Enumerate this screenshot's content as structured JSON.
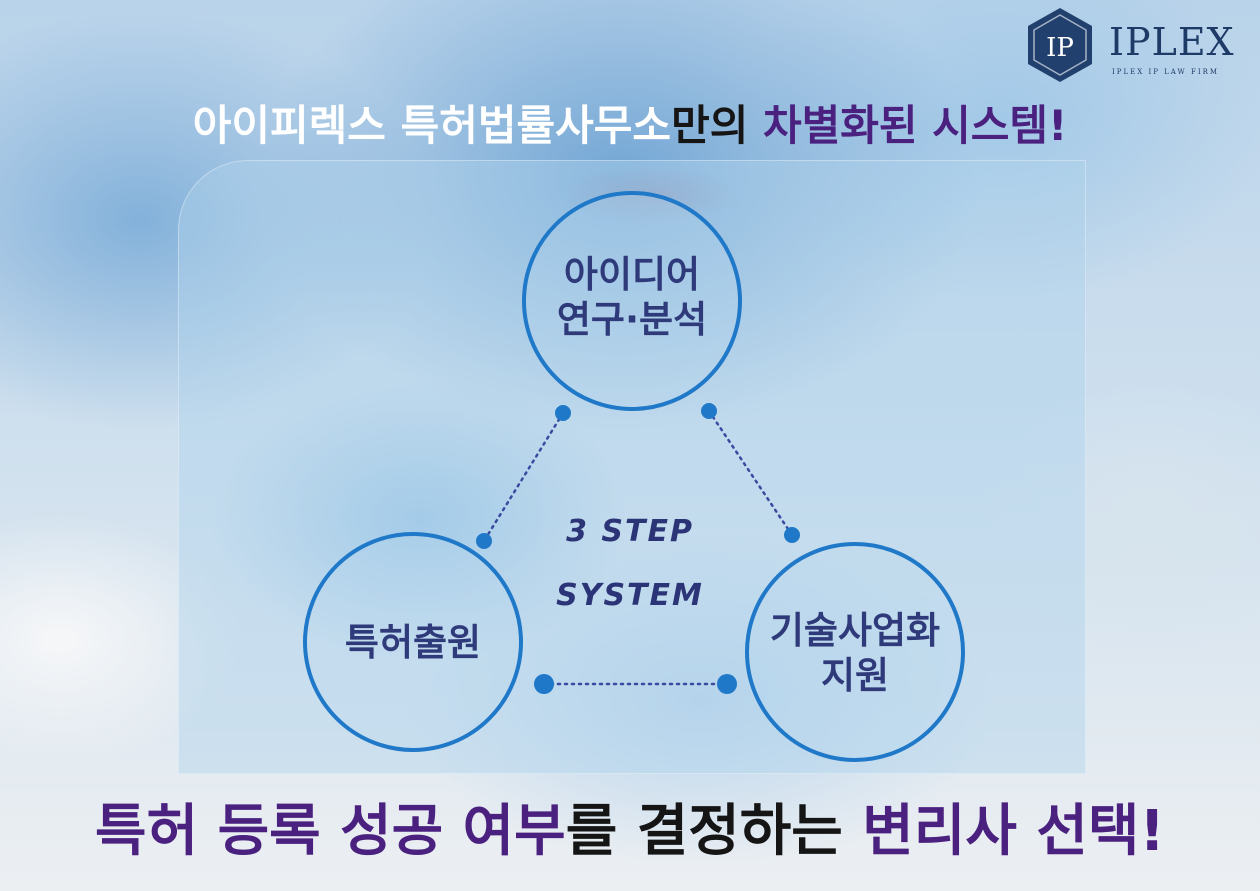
{
  "brand": {
    "name": "IPLEX",
    "tagline": "IPLEX IP LAW FIRM"
  },
  "headline_top": {
    "part1": "아이피렉스 특허법률사무소",
    "part2": "만의 ",
    "part3": "차별화된 시스템!"
  },
  "diagram": {
    "center_line1": "3 STEP",
    "center_line2": "SYSTEM",
    "node_top_line1": "아이디어",
    "node_top_line2": "연구·분석",
    "node_left": "특허출원",
    "node_right_line1": "기술사업화",
    "node_right_line2": "지원"
  },
  "headline_bottom": {
    "part1": "특허 등록 성공 여부",
    "part2": "를 결정하는 ",
    "part3": "변리사 선택!"
  },
  "colors": {
    "accent_purple": "#4b2180",
    "circle_blue": "#1f78c8",
    "label_navy": "#2f3a7a"
  }
}
